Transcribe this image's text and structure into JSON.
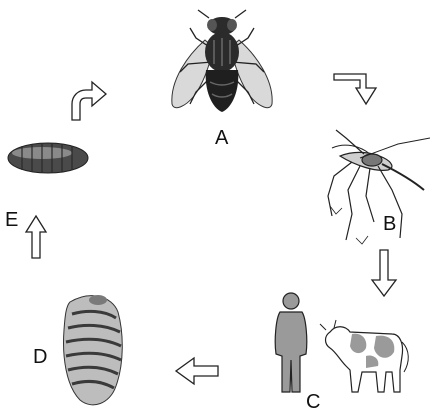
{
  "diagram": {
    "stages": [
      {
        "id": "A",
        "label": "A",
        "icon": "housefly-adult-icon"
      },
      {
        "id": "B",
        "label": "B",
        "icon": "mosquito-vector-icon"
      },
      {
        "id": "C",
        "label": "C",
        "icon": "human-and-cow-host-icon"
      },
      {
        "id": "D",
        "label": "D",
        "icon": "larva-icon"
      },
      {
        "id": "E",
        "label": "E",
        "icon": "pupa-icon"
      }
    ],
    "colors": {
      "ink": "#111111",
      "fly_body": "#2b2b2b",
      "wing": "#d9d9d9",
      "host_fill": "#9a9a9a",
      "larva_fill": "#bdbdbd",
      "larva_band": "#3a3a3a",
      "pupa_fill": "#4a4a4a"
    }
  }
}
